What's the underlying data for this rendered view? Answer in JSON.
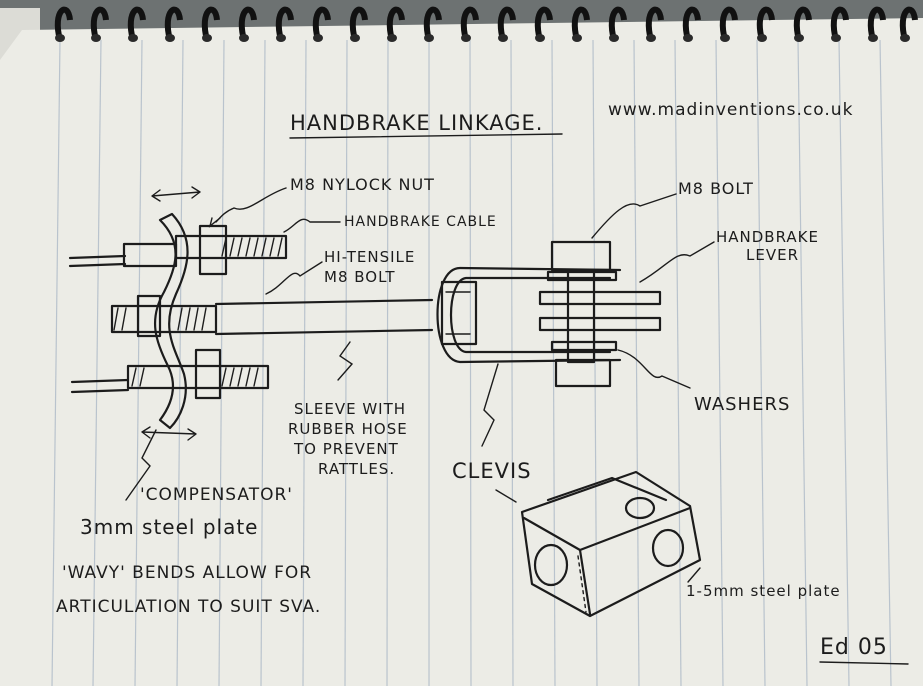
{
  "notebook": {
    "title": "HANDBRAKE LINKAGE.",
    "website": "www.madinventions.co.uk",
    "signature": "Ed 05"
  },
  "labels": {
    "m8_nylock_nut": "M8 NYLOCK NUT",
    "handbrake_cable": "HANDBRAKE CABLE",
    "hi_tensile_line1": "HI-TENSILE",
    "hi_tensile_line2": "M8 BOLT",
    "m8_bolt": "M8 BOLT",
    "handbrake_lever_line1": "HANDBRAKE",
    "handbrake_lever_line2": "LEVER",
    "washers": "WASHERS",
    "sleeve_line1": "SLEEVE WITH",
    "sleeve_line2": "RUBBER HOSE",
    "sleeve_line3": "TO PREVENT",
    "sleeve_line4": "RATTLES.",
    "clevis": "CLEVIS",
    "compensator": "'COMPENSATOR'",
    "plate_3mm": "3mm steel plate",
    "wavy_line1": "'WAVY' BENDS ALLOW FOR",
    "wavy_line2": "ARTICULATION TO SUIT SVA.",
    "plate_15mm": "1-5mm steel plate"
  },
  "colors": {
    "paper": "#ecece6",
    "rule_line": "#b9c3cd",
    "ink": "#1c1c1c",
    "binding": "#111111"
  }
}
